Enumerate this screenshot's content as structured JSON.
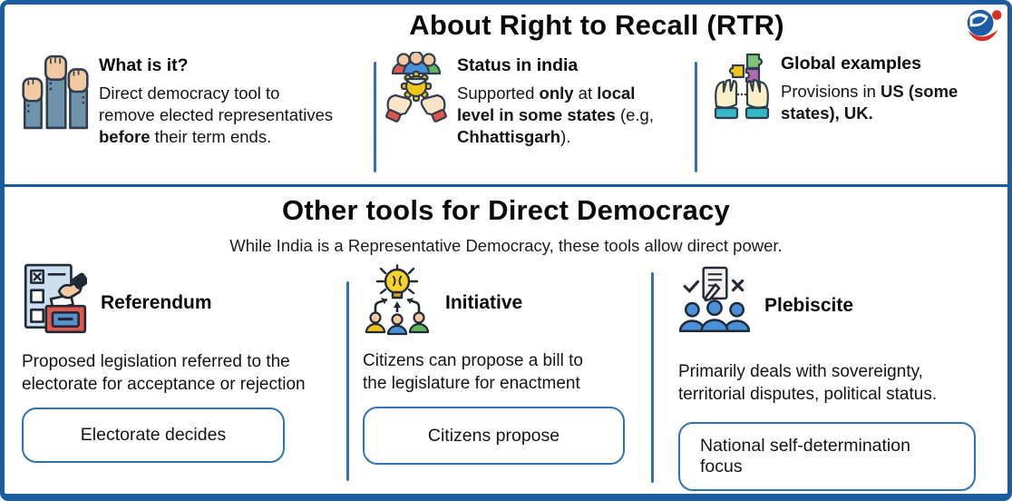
{
  "colors": {
    "frame_blue": "#1b5c9e",
    "divider_blue": "#2e74b5",
    "text_dark": "#141414"
  },
  "brand": {
    "icon": "globe-swoosh-logo-icon"
  },
  "top_section": {
    "title": "About Right to Recall (RTR)",
    "cards": [
      {
        "icon": "raised-hands-icon",
        "heading": "What is it?",
        "body": "Direct democracy tool to remove elected representatives **before** their term ends."
      },
      {
        "icon": "people-gear-hands-icon",
        "heading": "Status in india",
        "body": "Supported **only** at **local level in some states** (e.g, **Chhattisgarh**)."
      },
      {
        "icon": "hands-holding-puzzle-icon",
        "heading": "Global examples",
        "body": "Provisions in **US (some states), UK.**"
      }
    ]
  },
  "bottom_section": {
    "title": "Other tools for Direct Democracy",
    "subtitle": "While India is a Representative Democracy, these tools allow direct power.",
    "cards": [
      {
        "icon": "ballot-box-icon",
        "heading": "Referendum",
        "body": "Proposed legislation referred to the electorate for acceptance or rejection",
        "box_label": "Electorate decides"
      },
      {
        "icon": "idea-bulb-people-icon",
        "heading": "Initiative",
        "body": "Citizens can propose a bill to the legislature for enactment",
        "box_label": "Citizens propose"
      },
      {
        "icon": "vote-document-people-icon",
        "heading": "Plebiscite",
        "body": "Primarily deals with sovereignty, territorial disputes, political status.",
        "box_label": "National self-determination focus"
      }
    ]
  }
}
